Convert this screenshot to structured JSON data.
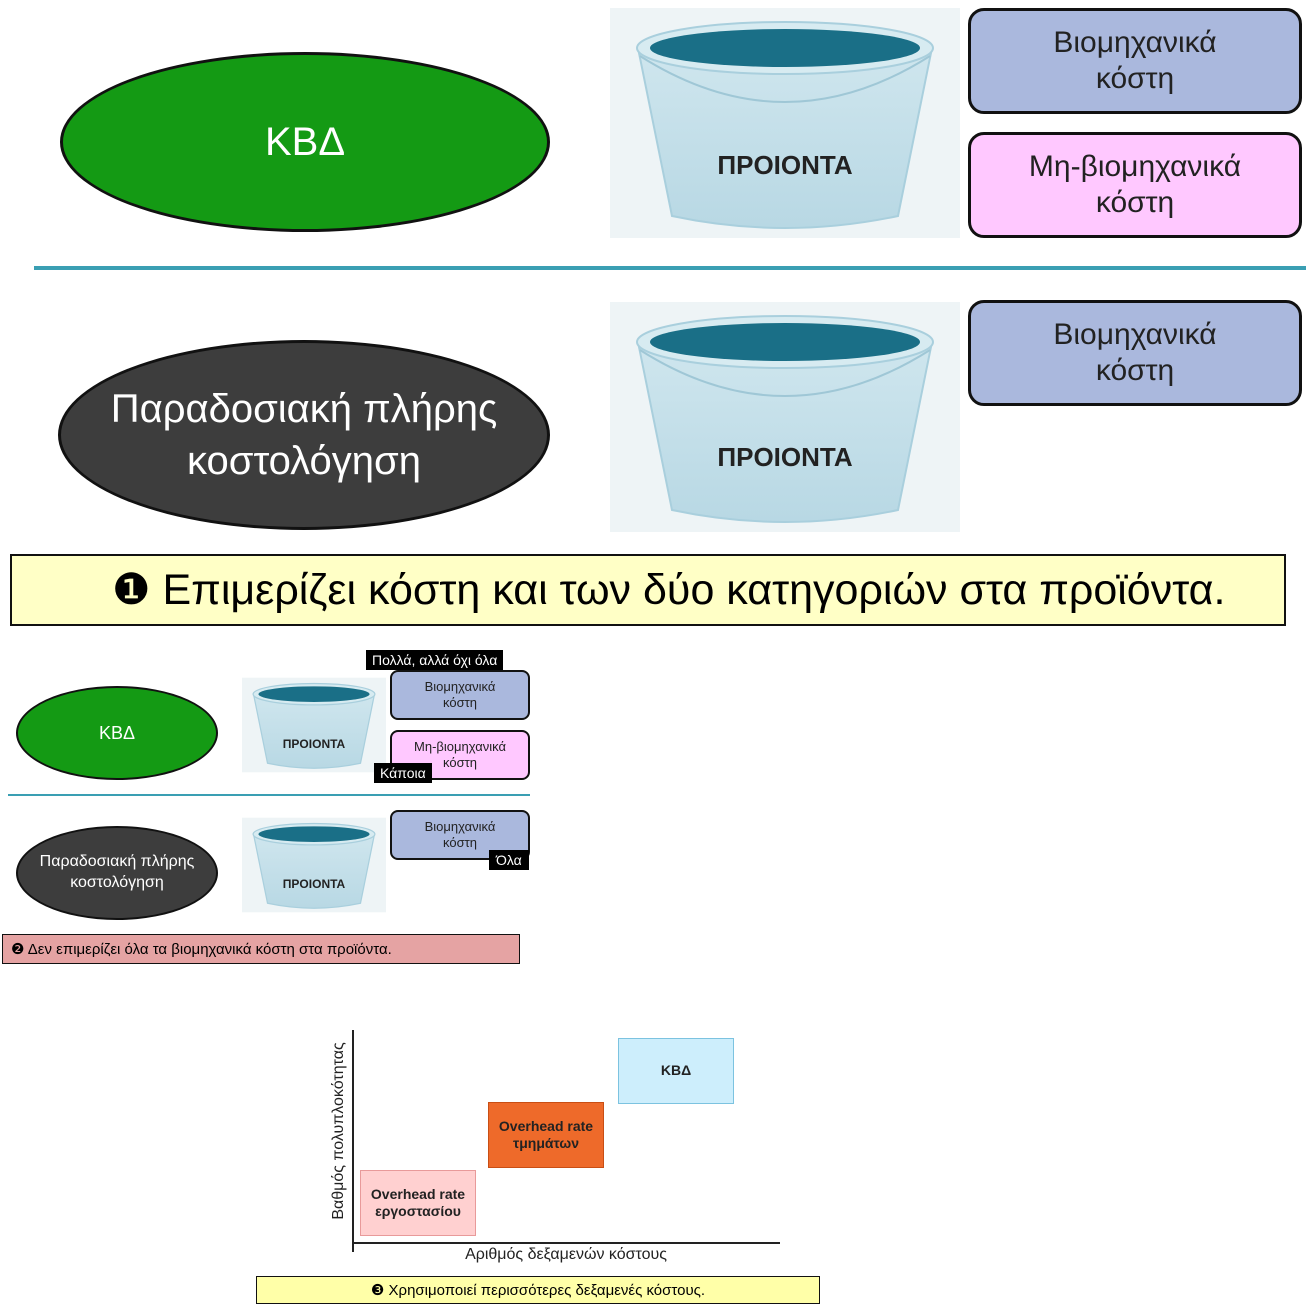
{
  "section1": {
    "kvd_label": "ΚΒΔ",
    "products_label": "ΠΡΟΙΟΝΤΑ",
    "manufacturing_costs": "Βιομηχανικά κόστη",
    "non_manufacturing_costs": "Μη-βιομηχανικά κόστη"
  },
  "section2": {
    "traditional_label": "Παραδοσιακή πλήρης κοστολόγηση",
    "products_label": "ΠΡΟΙΟΝΤΑ",
    "manufacturing_costs": "Βιομηχανικά κόστη"
  },
  "banner1": {
    "text": "❶ Επιμερίζει κόστη και των δύο κατηγοριών στα προϊόντα."
  },
  "mini": {
    "kvd_label": "ΚΒΔ",
    "products_label_top": "ΠΡΟΙΟΝΤΑ",
    "manufacturing_costs_top": "Βιομηχανικά κόστη",
    "non_manufacturing_costs": "Μη-βιομηχανικά κόστη",
    "tag_many": "Πολλά, αλλά όχι όλα",
    "tag_some": "Κάποια",
    "traditional_label": "Παραδοσιακή πλήρης κοστολόγηση",
    "products_label_bottom": "ΠΡΟΙΟΝΤΑ",
    "manufacturing_costs_bottom": "Βιομηχανικά κόστη",
    "tag_all": "Όλα"
  },
  "banner2": {
    "text": "❷ Δεν επιμερίζει όλα τα βιομηχανικά κόστη στα προϊόντα."
  },
  "chart_data": {
    "type": "diagram",
    "ylabel": "Βαθμός πολυπλοκότητας",
    "xlabel": "Αριθμός δεξαμενών κόστους",
    "boxes": [
      {
        "label": "Overhead rate εργοστασίου",
        "color": "#ffd0d0"
      },
      {
        "label": "Overhead rate τμημάτων",
        "color": "#ee6a2a"
      },
      {
        "label": "ΚΒΔ",
        "color": "#cdeefc"
      }
    ]
  },
  "banner3": {
    "text": "❸ Χρησιμοποιεί περισσότερες δεξαμενές κόστους."
  }
}
